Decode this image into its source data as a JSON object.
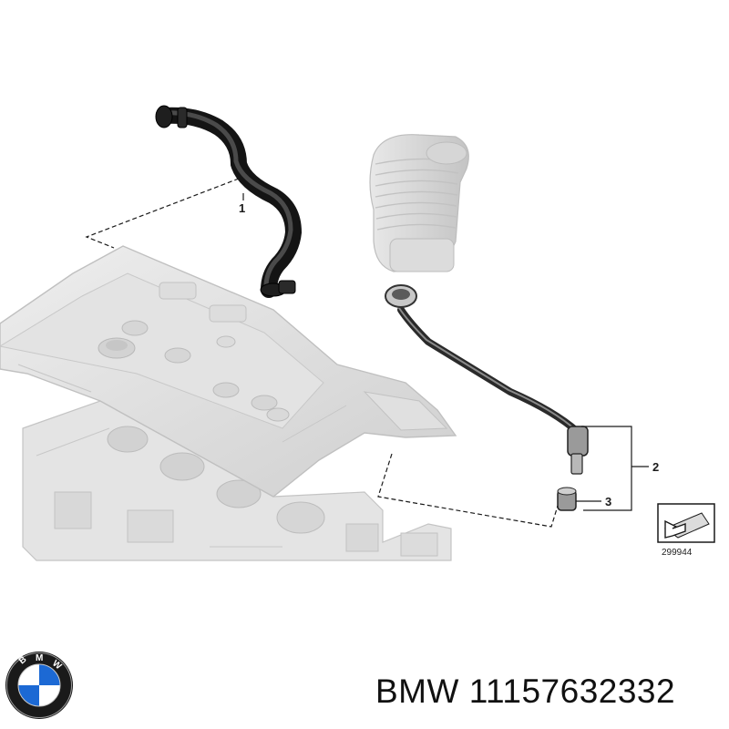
{
  "diagram": {
    "callouts": [
      {
        "id": "1",
        "label": "1"
      },
      {
        "id": "2",
        "label": "2"
      },
      {
        "id": "3",
        "label": "3"
      }
    ],
    "reference_number": "299944"
  },
  "footer": {
    "brand": "BMW",
    "part_number": "11157632332",
    "logo_letters": "BMW",
    "logo_colors": {
      "ring": "#111111",
      "blue": "#1c69d4",
      "white": "#ffffff"
    }
  }
}
